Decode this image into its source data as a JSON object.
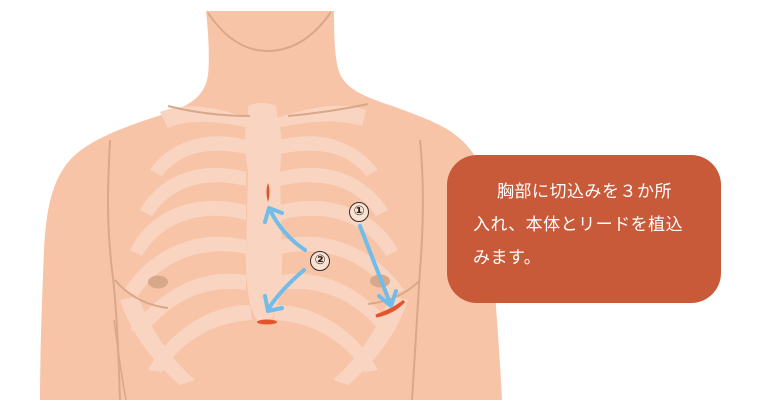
{
  "figure": {
    "description": "Frontal chest illustration showing incision sites for device implantation",
    "colors": {
      "skin": "#f7c4a8",
      "rib": "#f9d5c1",
      "skin_line": "#d9a888",
      "nipple": "#d8a88a",
      "incision": "#e5532b",
      "arrow": "#72bce9",
      "callout_bg": "#c85a3a",
      "callout_text": "#ffffff"
    },
    "markers": [
      {
        "id": "1",
        "label": "①"
      },
      {
        "id": "2",
        "label": "②"
      }
    ],
    "callout": {
      "lines": [
        "胸部に切込みを３か所",
        "入れ、本体とリードを植込",
        "みます。"
      ]
    }
  }
}
